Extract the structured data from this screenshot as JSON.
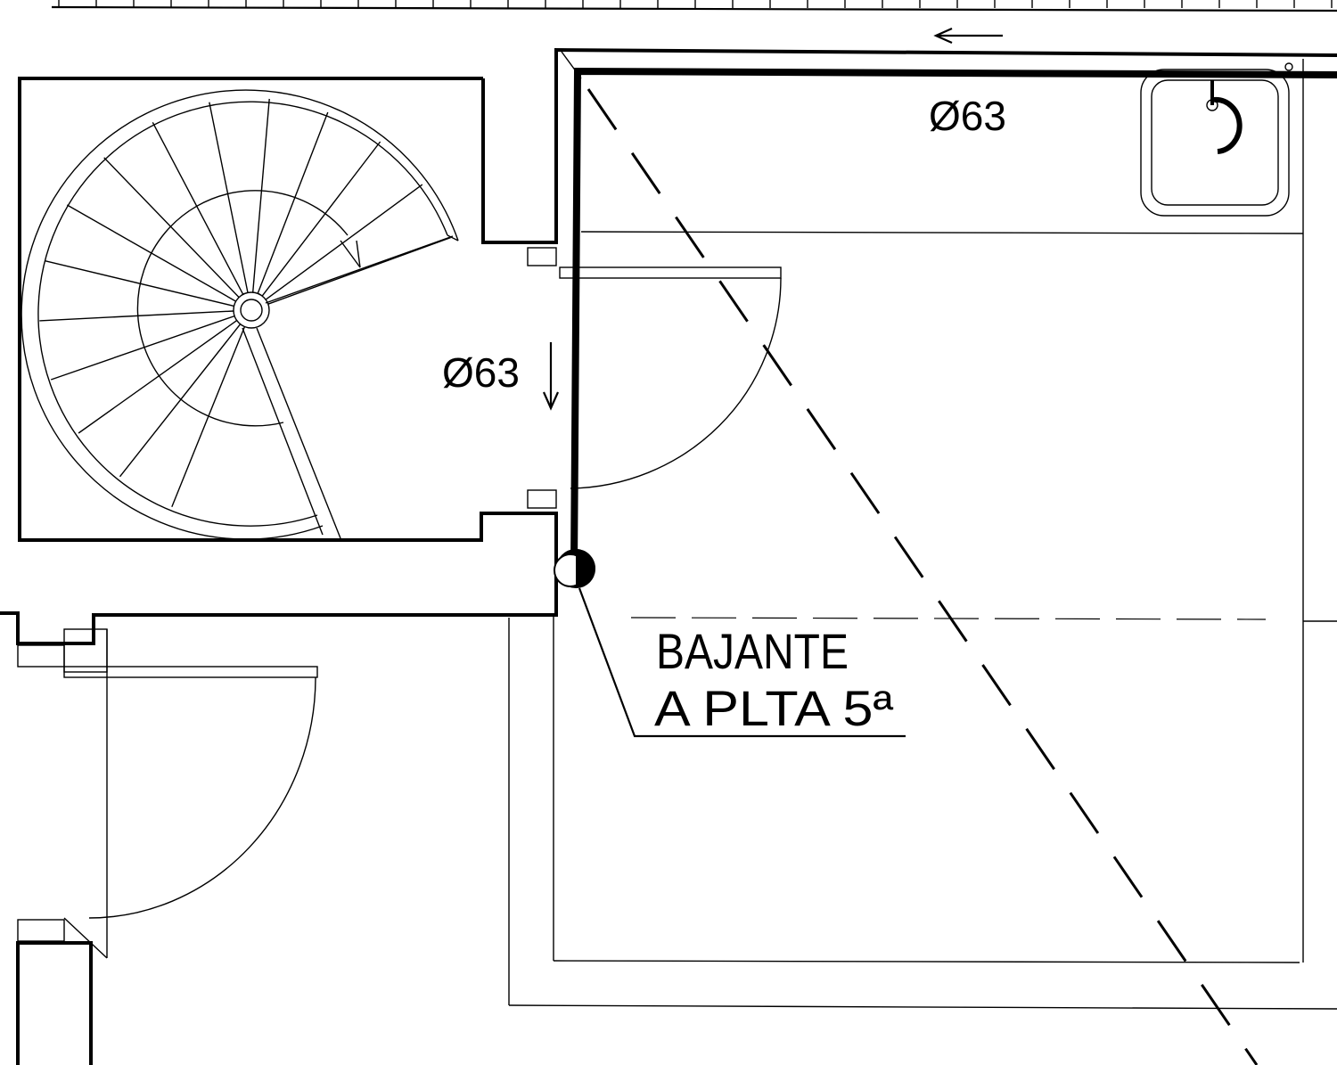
{
  "drawing": {
    "pipe_label_top": "Ø63",
    "pipe_label_left": "Ø63",
    "downpipe_note_line1": "BAJANTE",
    "downpipe_note_line2": "A PLTA 5ª"
  },
  "stair": {
    "tread_count": 14
  }
}
